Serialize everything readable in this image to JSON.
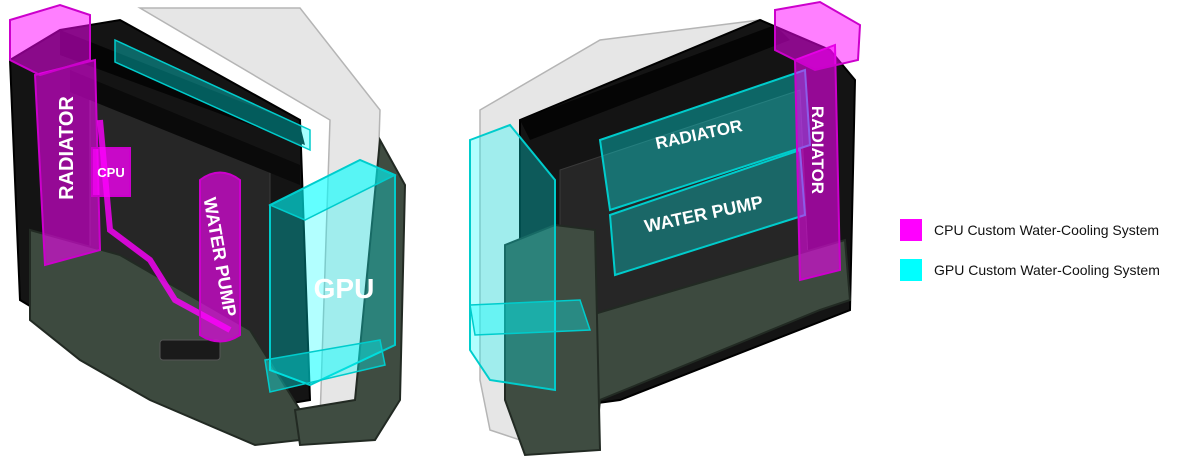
{
  "left_case": {
    "labels": {
      "radiator": "RADIATOR",
      "cpu": "CPU",
      "water_pump": "WATER PUMP",
      "gpu": "GPU"
    }
  },
  "right_case": {
    "labels": {
      "radiator_front": "RADIATOR",
      "water_pump": "WATER PUMP",
      "radiator_side": "RADIATOR"
    }
  },
  "legend": {
    "items": [
      {
        "label": "CPU Custom Water-Cooling System",
        "color": "#ff00ff"
      },
      {
        "label": "GPU Custom Water-Cooling System",
        "color": "#00ffff"
      }
    ]
  },
  "colors": {
    "case_green": "#3d4a3f",
    "frame_black": "#111111",
    "glass_grey": "#e4e4e4",
    "cpu_magenta": "#ff00ff",
    "gpu_cyan": "#00ffff"
  }
}
